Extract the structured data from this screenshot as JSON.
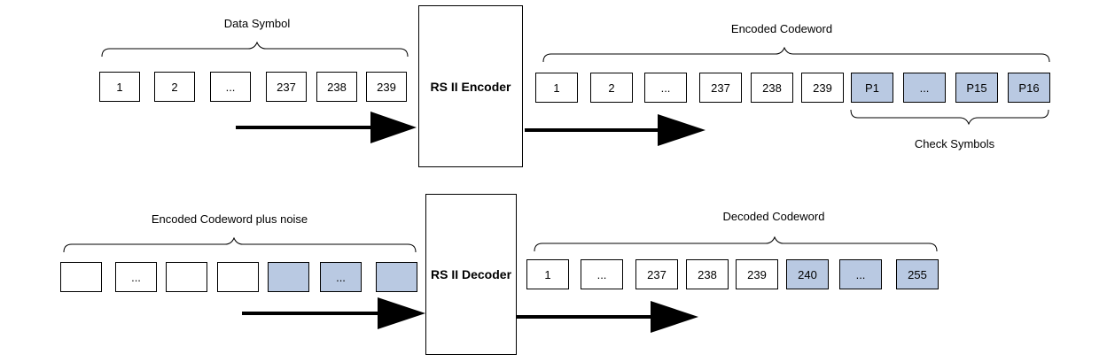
{
  "encoder": {
    "label": "RS II Encoder",
    "input_label": "Data Symbol",
    "input_cells": [
      "1",
      "2",
      "...",
      "237",
      "238",
      "239"
    ],
    "output_label": "Encoded Codeword",
    "output_cells": [
      {
        "text": "1",
        "check": false
      },
      {
        "text": "2",
        "check": false
      },
      {
        "text": "...",
        "check": false
      },
      {
        "text": "237",
        "check": false
      },
      {
        "text": "238",
        "check": false
      },
      {
        "text": "239",
        "check": false
      },
      {
        "text": "P1",
        "check": true
      },
      {
        "text": "...",
        "check": true
      },
      {
        "text": "P15",
        "check": true
      },
      {
        "text": "P16",
        "check": true
      }
    ],
    "check_label": "Check Symbols"
  },
  "decoder": {
    "label": "RS II Decoder",
    "input_label": "Encoded Codeword plus noise",
    "input_cells": [
      {
        "text": "",
        "check": false
      },
      {
        "text": "...",
        "check": false
      },
      {
        "text": "",
        "check": false
      },
      {
        "text": "",
        "check": false
      },
      {
        "text": "",
        "check": true
      },
      {
        "text": "...",
        "check": true
      },
      {
        "text": "",
        "check": true
      }
    ],
    "output_label": "Decoded Codeword",
    "output_cells": [
      {
        "text": "1",
        "check": false
      },
      {
        "text": "...",
        "check": false
      },
      {
        "text": "237",
        "check": false
      },
      {
        "text": "238",
        "check": false
      },
      {
        "text": "239",
        "check": false
      },
      {
        "text": "240",
        "check": true
      },
      {
        "text": "...",
        "check": true
      },
      {
        "text": "255",
        "check": true
      }
    ]
  }
}
